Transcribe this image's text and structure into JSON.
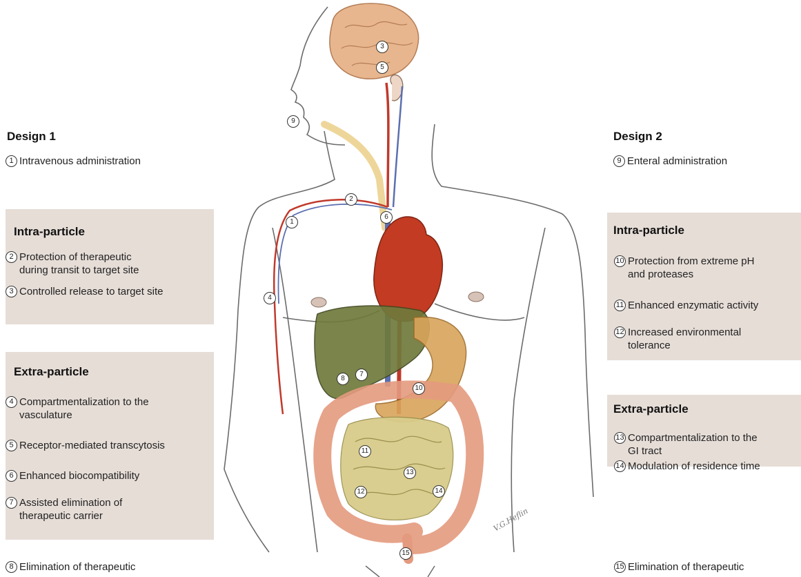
{
  "left": {
    "design_title": "Design 1",
    "route": {
      "num": "1",
      "text": "Intravenous administration"
    },
    "intra": {
      "title": "Intra-particle",
      "items": [
        {
          "num": "2",
          "lines": [
            "Protection of therapeutic",
            "during transit to target site"
          ]
        },
        {
          "num": "3",
          "lines": [
            "Controlled release to target site"
          ]
        }
      ]
    },
    "extra": {
      "title": "Extra-particle",
      "items": [
        {
          "num": "4",
          "lines": [
            "Compartmentalization to the",
            "vasculature"
          ]
        },
        {
          "num": "5",
          "lines": [
            "Receptor-mediated transcytosis"
          ]
        },
        {
          "num": "6",
          "lines": [
            "Enhanced biocompatibility"
          ]
        },
        {
          "num": "7",
          "lines": [
            "Assisted elimination of",
            "therapeutic carrier"
          ]
        }
      ]
    },
    "elimination": {
      "num": "8",
      "text": "Elimination of therapeutic"
    }
  },
  "right": {
    "design_title": "Design 2",
    "route": {
      "num": "9",
      "text": "Enteral administration"
    },
    "intra": {
      "title": "Intra-particle",
      "items": [
        {
          "num": "10",
          "lines": [
            "Protection from extreme pH",
            "and proteases"
          ]
        },
        {
          "num": "11",
          "lines": [
            "Enhanced enzymatic activity"
          ]
        },
        {
          "num": "12",
          "lines": [
            "Increased environmental",
            "tolerance"
          ]
        }
      ]
    },
    "extra": {
      "title": "Extra-particle",
      "items": [
        {
          "num": "13",
          "lines": [
            "Compartmentalization to the",
            "GI tract"
          ]
        },
        {
          "num": "14",
          "lines": [
            "Modulation of residence time"
          ]
        }
      ]
    },
    "elimination": {
      "num": "15",
      "text": "Elimination of therapeutic"
    }
  },
  "figure": {
    "markers": [
      "3",
      "5",
      "9",
      "2",
      "1",
      "6",
      "4",
      "8",
      "7",
      "10",
      "11",
      "13",
      "12",
      "14",
      "15"
    ],
    "signature": "V.G.Heflin"
  },
  "colors": {
    "panel": "#e6ddd7",
    "brain": "#e8b68e",
    "heart": "#c23b22",
    "liver": "#6f7a3c",
    "stomach": "#d9a55a",
    "intestine_small": "#d8cc8a",
    "intestine_large": "#e39a7e",
    "artery": "#c0392b",
    "vein": "#5b6fb0",
    "esophagus": "#ecd28f"
  }
}
